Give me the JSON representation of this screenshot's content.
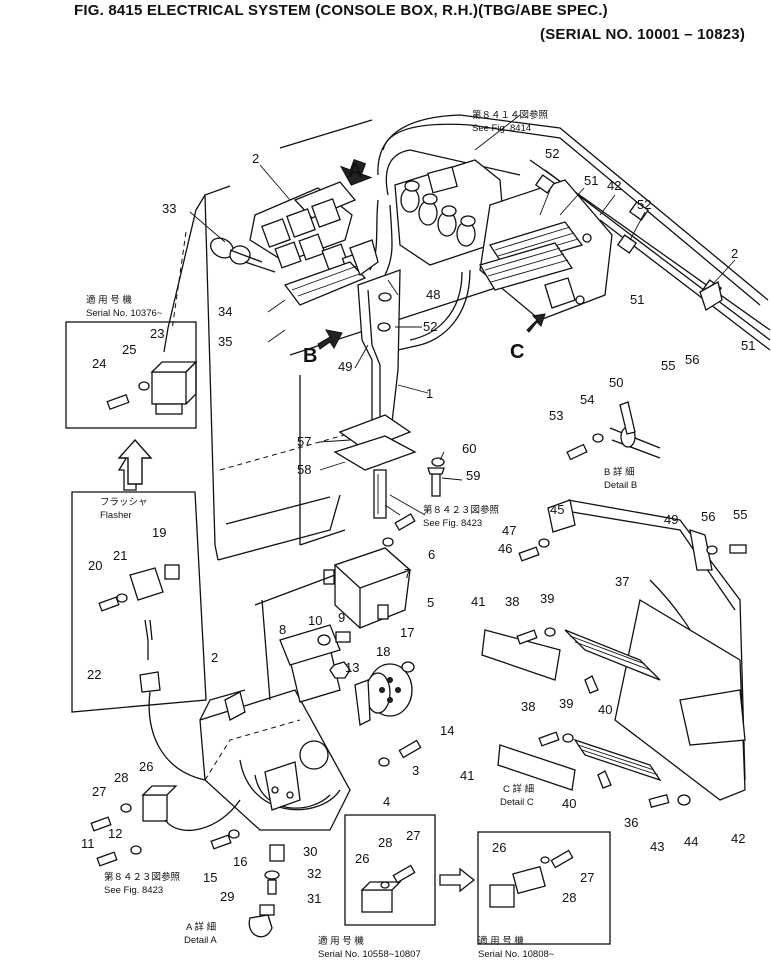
{
  "header": {
    "title": "FIG. 8415  ELECTRICAL SYSTEM (CONSOLE BOX, R.H.)(TBG/ABE SPEC.)",
    "serial": "(SERIAL NO. 10001 – 10823)"
  },
  "refs": {
    "see8414_jp": "第８４１４図参照",
    "see8414_en": "See Fig. 8414",
    "see8423_jp": "第８４２３図参照",
    "see8423_en": "See Fig. 8423",
    "see8423b_jp": "第８４２３図参照",
    "see8423b_en": "See Fig. 8423"
  },
  "insets": {
    "serial10376_jp": "適 用 号 機",
    "serial10376_en": "Serial No. 10376~",
    "flasher_jp": "フラッシャ",
    "flasher_en": "Flasher",
    "serial10558_jp": "適 用 号 機",
    "serial10558_en": "Serial No. 10558~10807",
    "serial10808_jp": "適 用 号 機",
    "serial10808_en": "Serial No. 10808~"
  },
  "details": {
    "a_jp": "A 詳 細",
    "a_en": "Detail A",
    "b_jp": "B 詳 細",
    "b_en": "Detail B",
    "c_jp": "C 詳 細",
    "c_en": "Detail C"
  },
  "view_letters": [
    "A",
    "B",
    "C"
  ],
  "part_labels": [
    "1",
    "2",
    "3",
    "4",
    "5",
    "6",
    "7",
    "8",
    "9",
    "10",
    "11",
    "12",
    "13",
    "14",
    "15",
    "16",
    "17",
    "18",
    "19",
    "20",
    "21",
    "22",
    "23",
    "24",
    "25",
    "26",
    "27",
    "28",
    "29",
    "30",
    "31",
    "32",
    "33",
    "34",
    "35",
    "36",
    "37",
    "38",
    "39",
    "40",
    "41",
    "42",
    "43",
    "44",
    "45",
    "46",
    "47",
    "48",
    "49",
    "50",
    "51",
    "52",
    "53",
    "54",
    "55",
    "56",
    "57",
    "58",
    "59",
    "60"
  ]
}
